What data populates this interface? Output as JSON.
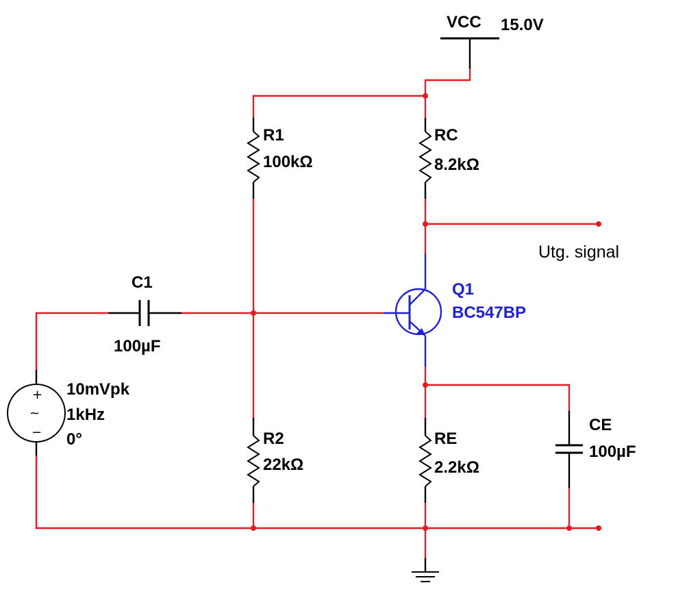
{
  "supply": {
    "name": "VCC",
    "value": "15.0V"
  },
  "r1": {
    "name": "R1",
    "value": "100kΩ"
  },
  "rc": {
    "name": "RC",
    "value": "8.2kΩ"
  },
  "r2": {
    "name": "R2",
    "value": "22kΩ"
  },
  "re": {
    "name": "RE",
    "value": "2.2kΩ"
  },
  "c1": {
    "name": "C1",
    "value": "100µF"
  },
  "ce": {
    "name": "CE",
    "value": "100µF"
  },
  "q1": {
    "name": "Q1",
    "model": "BC547BP"
  },
  "source": {
    "amplitude": "10mVpk",
    "frequency": "1kHz",
    "phase": "0°",
    "plus": "+",
    "minus": "−",
    "wave": "~"
  },
  "output": {
    "label": "Utg. signal"
  },
  "colors": {
    "wire": "#e31b23",
    "component": "#000000",
    "transistor": "#1f1fd6",
    "background": "#ffffff"
  }
}
